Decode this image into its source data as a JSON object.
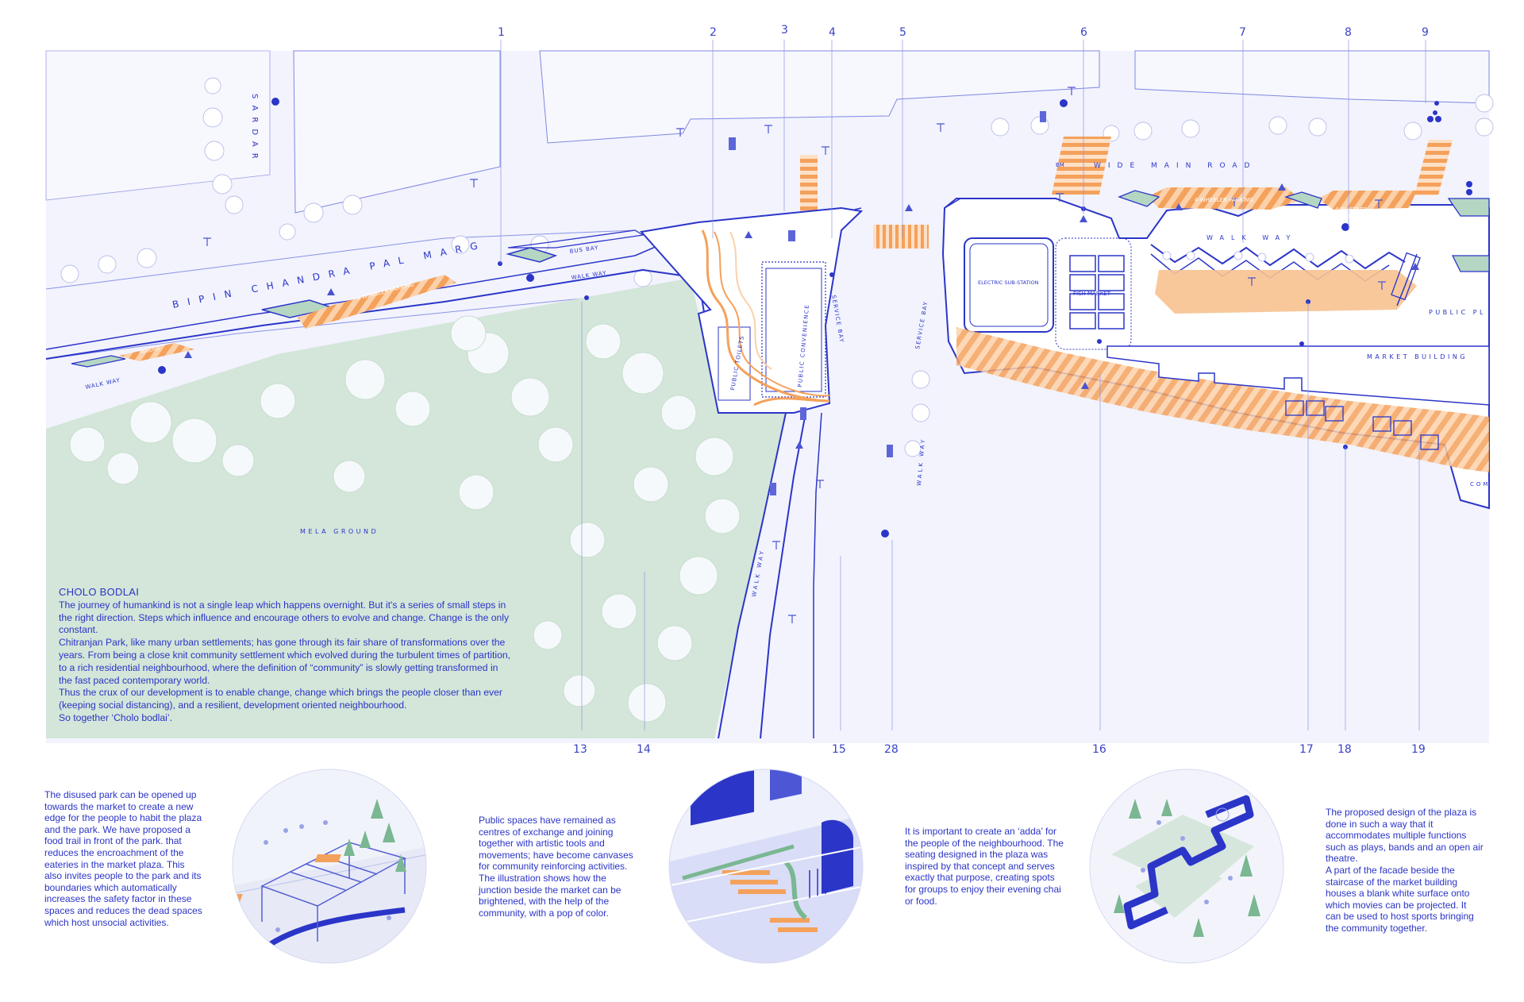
{
  "callouts_top": [
    "1",
    "2",
    "3",
    "4",
    "5",
    "6",
    "7",
    "8",
    "9"
  ],
  "callouts_bottom": [
    "13",
    "14",
    "15",
    "28",
    "16",
    "17",
    "18",
    "19"
  ],
  "plan_labels": {
    "road_left": "BIPIN CHANDRA PAL MARG",
    "road_sardar": "SARDAR",
    "road_main": "WIDE MAIN ROAD",
    "road_main_prefix": "BM",
    "parking_left": "4-WHEELER PARKING",
    "parking_left2": "PARKING",
    "parking_right1": "4-WHEELER PARKING",
    "parking_right2": "4-WHEELER",
    "parking_right2b": "PARKING",
    "bus_bay": "BUS BAY",
    "walk_way_top": "WALK WAY",
    "walk_way_left": "WALK WAY",
    "walk_way_right": "WALK WAY",
    "walk_way_vertical": "WALK WAY",
    "walk_way_vertical2": "WALK WAY",
    "service_bay1": "SERVICE BAY",
    "service_bay2": "SERVICE BAY",
    "public_toilets": "PUBLIC TOILETS",
    "public_convenience": "PUBLIC CONVENIENCE",
    "electric_sub_station": "ELECTRIC SUB-STATION",
    "fish_market": "FISH MARKET",
    "market_building": "MARKET BUILDING",
    "public_plaza": "PUBLIC PL",
    "community": "COM",
    "mela_ground": "MELA GROUND"
  },
  "intro": {
    "title": "CHOLO BODLAI",
    "paragraphs": [
      "The journey of humankind is not a single leap which happens overnight. But it's a series of small steps in the right direction. Steps which influence and encourage others to evolve and change. Change is the only constant.",
      "Chitranjan Park, like many urban settlements; has gone through its fair share of transformations over the years. From being a close knit community settlement which evolved during the turbulent times of partition, to a rich residential neighbourhood, where the definition of “community” is slowly getting transformed in the fast paced contemporary world.",
      "Thus the crux of our development is to enable change, change which brings the people closer than ever (keeping social distancing), and a resilient, development oriented neighbourhood.",
      "So together ‘Cholo bodlai’."
    ]
  },
  "captions": {
    "c1": [
      "The disused park can be opened up towards the market to create a new edge for the people to habit the plaza and the park. We have proposed a food trail in front of the park. that reduces the encroachment of the eateries in the market plaza. This also invites people to the park and its boundaries which automatically increases the safety factor in these spaces and reduces the dead spaces which host unsocial activities."
    ],
    "c2": [
      "Public spaces have remained as centres of exchange and joining together with artistic tools and movements; have become canvases for community reinforcing activities.",
      "The illustration shows how the junction beside the market can be brightened, with the help of the community, with a pop of color."
    ],
    "c3": [
      "It is important to create an ‘adda’ for the people of the neighbourhood. The seating designed in the plaza was inspired by that concept and serves exactly that purpose, creating spots for groups to enjoy their evening chai or food."
    ],
    "c4": [
      "The proposed design of the plaza is done in such a way that it accommodates multiple functions such as plays, bands and an open air theatre.",
      "A part of the facade beside the staircase of the market building houses a blank white surface onto which movies can be projected. It can be used to host sports bringing the community together."
    ]
  },
  "colors": {
    "ink": "#2b35c8",
    "line": "#8a92e6",
    "road": "#f2f3fd",
    "park": "#d3e6d9",
    "tree": "#f4f7fa",
    "orange": "#f4a15c",
    "orange_light": "#fbd6b3",
    "green_strip": "#b4d6c3",
    "accent_blue": "#2233c8"
  }
}
